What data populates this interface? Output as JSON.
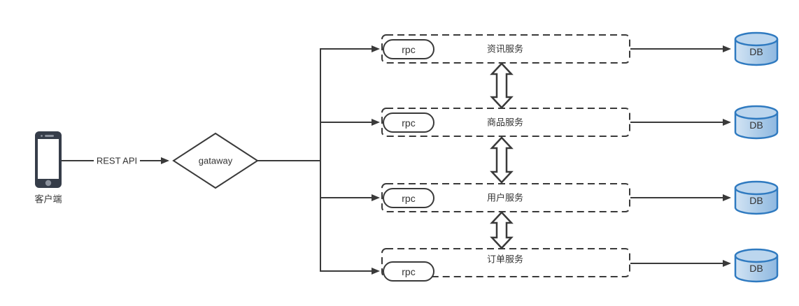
{
  "diagram": {
    "client": {
      "label": "客户端"
    },
    "connection_label": "REST API",
    "gateway_label": "gataway",
    "services": [
      {
        "rpc": "rpc",
        "name": "资讯服务",
        "db": "DB"
      },
      {
        "rpc": "rpc",
        "name": "商品服务",
        "db": "DB"
      },
      {
        "rpc": "rpc",
        "name": "用户服务",
        "db": "DB"
      },
      {
        "rpc": "rpc",
        "name": "订单服务",
        "db": "DB"
      }
    ],
    "colors": {
      "line": "#3a3a3a",
      "text": "#333333",
      "phone_body": "#363d49",
      "phone_accent": "#8b919c",
      "db_stroke": "#2f7ac0",
      "db_fill_left": "#d3e4f4",
      "db_fill_right": "#8fb8e0"
    }
  }
}
